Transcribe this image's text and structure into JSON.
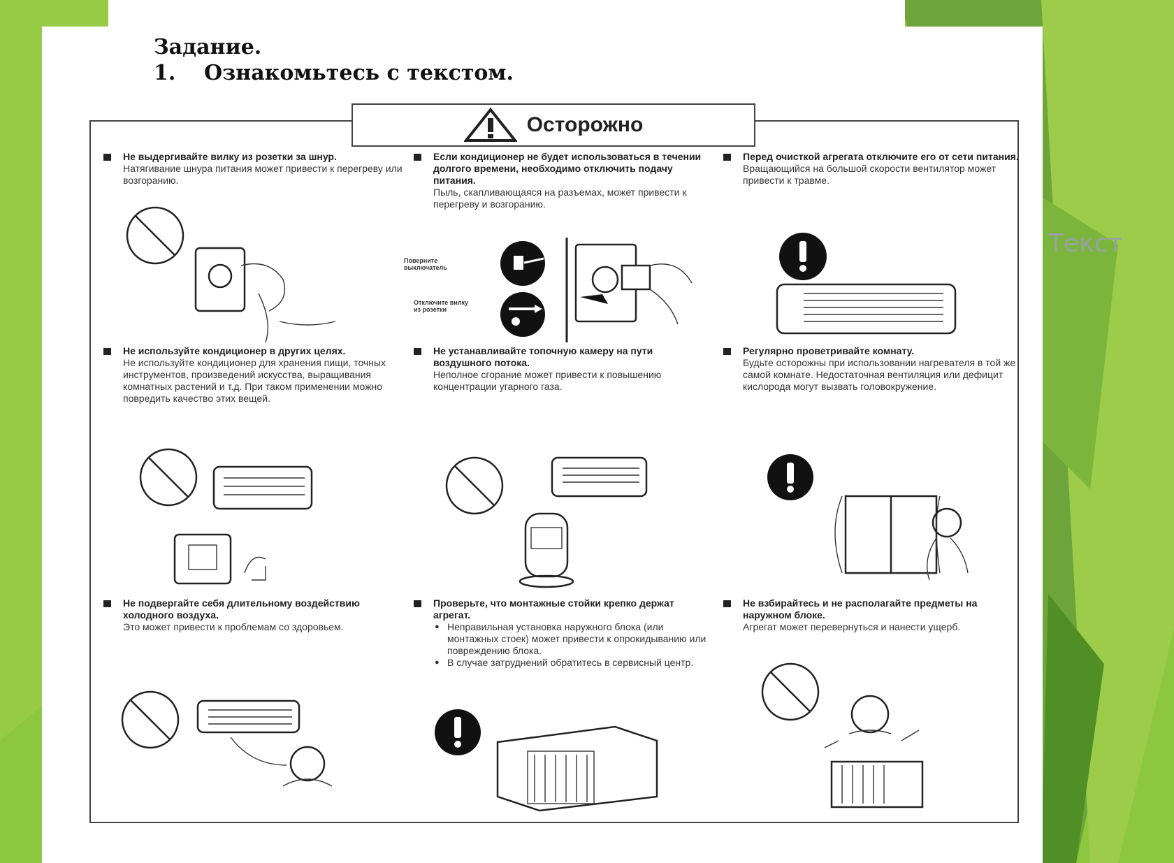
{
  "slide": {
    "side_label": "Текст",
    "colors": {
      "green_bg": "#8dc63f",
      "green_dark": "#5f9e2f",
      "page": "#ffffff"
    }
  },
  "task": {
    "title": "Задание.",
    "item_number": "1.",
    "item_text": "Ознакомьтесь с текстом."
  },
  "caution": {
    "icon": "warning-triangle-icon",
    "label": "Осторожно"
  },
  "cells": [
    {
      "head": "Не выдергивайте вилку из розетки за шнур.",
      "body": "Натягивание шнура питания может привести к перегреву или возгоранию.",
      "icon": "prohibited-icon"
    },
    {
      "head": "Если кондиционер не будет использоваться в течении долгого времени, необходимо отключить подачу питания.",
      "body": "Пыль, скапливающаяся на разъемах, может привести к перегреву и возгоранию.",
      "icon": "outlet-icon",
      "sub_label_1": "Поверните выключатель",
      "sub_label_2": "Отключите вилку из розетки"
    },
    {
      "head": "Перед очисткой агрегата отключите его от сети питания.",
      "body": "Вращающийся на большой скорости вентилятор может привести к травме.",
      "icon": "mandatory-icon"
    },
    {
      "head": "Не используйте кондиционер в других целях.",
      "body": "Не используйте кондиционер для хранения пищи, точных инструментов, произведений искусства, выращивания комнатных растений и т.д. При таком применении можно повредить качество этих вещей.",
      "icon": "prohibited-icon"
    },
    {
      "head": "Не устанавливайте топочную камеру на пути воздушного потока.",
      "body": "Неполное сгорание может привести к повышению концентрации угарного газа.",
      "icon": "prohibited-icon"
    },
    {
      "head": "Регулярно проветривайте комнату.",
      "body": "Будьте осторожны при использовании нагревателя в той же самой комнате. Недостаточная вентиляция или дефицит кислорода могут вызвать головокружение.",
      "icon": "mandatory-icon"
    },
    {
      "head": "Не подвергайте себя длительному воздействию холодного воздуха.",
      "body": "Это может привести к проблемам со здоровьем.",
      "icon": "prohibited-icon"
    },
    {
      "head": "Проверьте, что монтажные стойки крепко держат агрегат.",
      "bullet_1": "Неправильная установка наружного блока (или монтажных стоек) может привести к опрокидыванию или повреждению блока.",
      "bullet_2": "В случае затруднений обратитесь в сервисный центр.",
      "icon": "mandatory-icon"
    },
    {
      "head": "Не взбирайтесь и не располагайте предметы на наружном блоке.",
      "body": "Агрегат может перевернуться и нанести ущерб.",
      "icon": "prohibited-icon"
    }
  ]
}
